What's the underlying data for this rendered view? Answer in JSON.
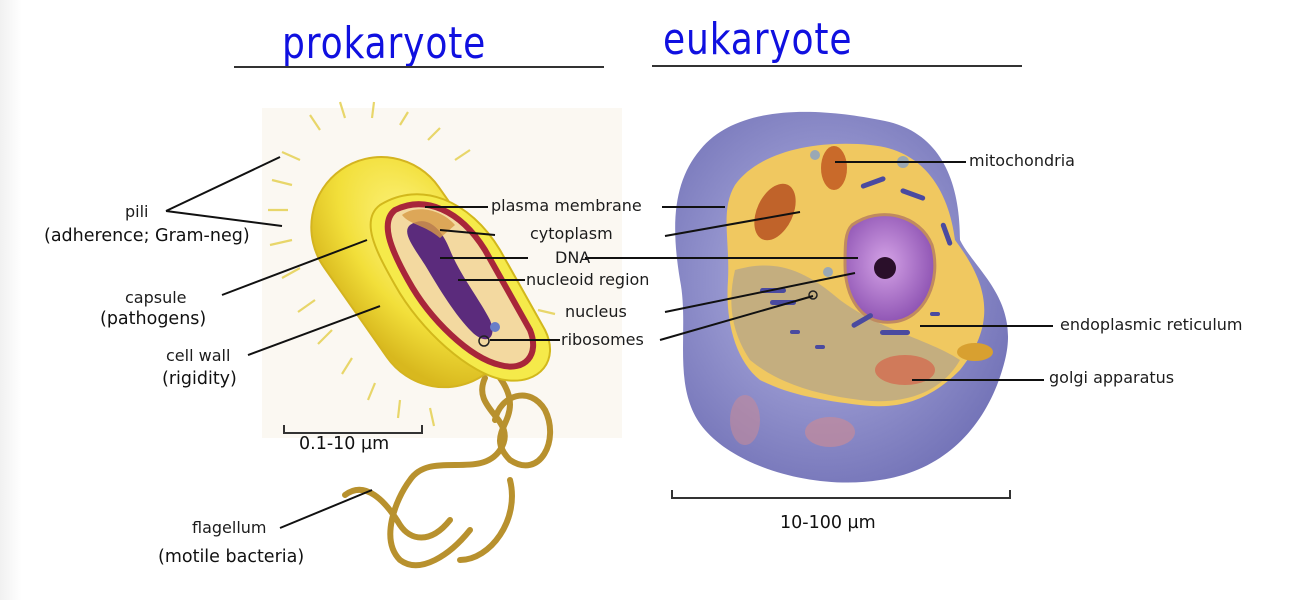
{
  "headings": {
    "prokaryote": "prokaryote",
    "eukaryote": "eukaryote"
  },
  "prokaryote_labels": {
    "pili": "pili",
    "pili_note": "(adherence; Gram-neg)",
    "capsule": "capsule",
    "capsule_note": "(pathogens)",
    "cell_wall": "cell wall",
    "cell_wall_note": "(rigidity)",
    "flagellum": "flagellum",
    "flagellum_note": "(motile bacteria)",
    "scale": "0.1-10 µm"
  },
  "shared_labels": {
    "plasma_membrane": "plasma membrane",
    "cytoplasm": "cytoplasm",
    "dna": "DNA",
    "nucleoid_region": "nucleoid region",
    "nucleus": "nucleus",
    "ribosomes": "ribosomes"
  },
  "eukaryote_labels": {
    "mitochondria": "mitochondria",
    "endoplasmic_reticulum": "endoplasmic reticulum",
    "golgi_apparatus": "golgi apparatus",
    "scale": "10-100 µm"
  },
  "colors": {
    "heading_ink": "#1010e0",
    "capsule_yellow": "#f2df3a",
    "cell_wall_red": "#a8263a",
    "cytoplasm_tan": "#f3d9a0",
    "dna_purple": "#5b2b7c",
    "eukaryote_membrane": "#8c8ccc",
    "eukaryote_cytoplasm": "#f0c860",
    "nucleus_purple": "#a46ac6"
  }
}
